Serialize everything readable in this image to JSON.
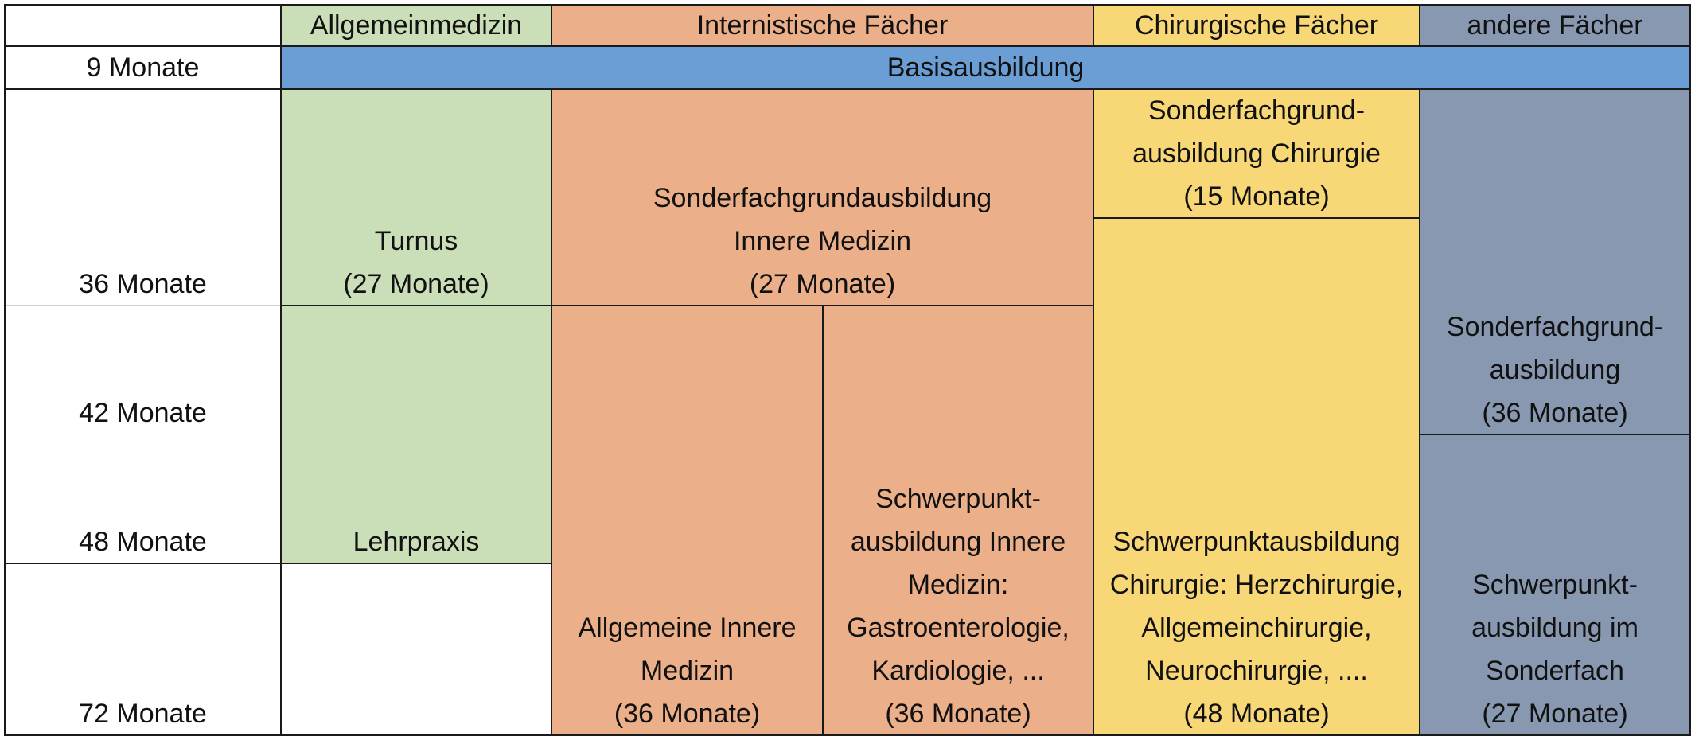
{
  "header": {
    "allgemeinmedizin": "Allgemeinmedizin",
    "internistische": "Internistische Fächer",
    "chirurgische": "Chirurgische Fächer",
    "andere": "andere Fächer"
  },
  "durations": {
    "row1": "9 Monate",
    "row2": "36 Monate",
    "row3": "42 Monate",
    "row4": "48 Monate",
    "row5": "72 Monate"
  },
  "basis": "Basisausbildung",
  "allgemeinmedizin": {
    "turnus": [
      "Turnus",
      "(27 Monate)"
    ],
    "lehrpraxis": "Lehrpraxis"
  },
  "internistische": {
    "grund": [
      "Sonderfachgrundausbildung",
      "Innere Medizin",
      "(27 Monate)"
    ],
    "allgemeine": [
      "Allgemeine Innere",
      "Medizin",
      "(36 Monate)"
    ],
    "schwerpunkt": [
      "Schwerpunkt-",
      "ausbildung Innere",
      "Medizin:",
      "Gastroenterologie,",
      "Kardiologie, ...",
      "(36 Monate)"
    ]
  },
  "chirurgische": {
    "grund": [
      "Sonderfachgrund-",
      "ausbildung Chirurgie",
      "(15 Monate)"
    ],
    "schwerpunkt": [
      "Schwerpunktausbildung",
      "Chirurgie: Herzchirurgie,",
      "Allgemeinchirurgie,",
      "Neurochirurgie, ....",
      "(48 Monate)"
    ]
  },
  "andere": {
    "grund": [
      "Sonderfachgrund-",
      "ausbildung",
      "(36 Monate)"
    ],
    "schwerpunkt": [
      "Schwerpunkt-",
      "ausbildung im",
      "Sonderfach",
      "(27 Monate)"
    ]
  },
  "colors": {
    "allgemeinmedizin": "#cadfb8",
    "internistische": "#ebaf89",
    "chirurgische": "#f8d777",
    "andere": "#8798b0",
    "basis": "#6a9ed5"
  }
}
